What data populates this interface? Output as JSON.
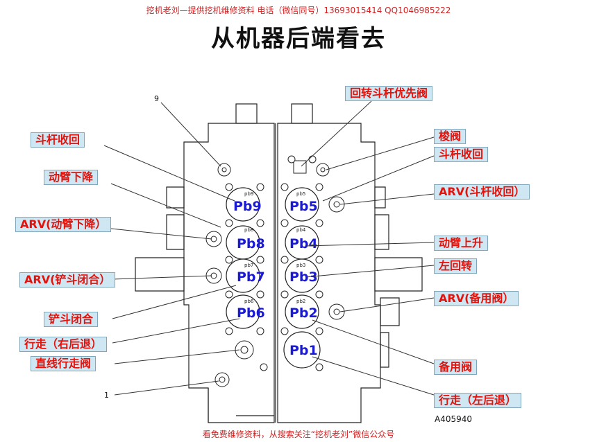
{
  "header": {
    "contact": "挖机老刘—提供挖机维修资料 电话（微信同号）13693015414   QQ1046985222"
  },
  "title": "从机器后端看去",
  "footer": "看免费维修资料，从搜索关注“挖机老刘”微信公众号",
  "figure_id": "A405940",
  "part_numbers": {
    "n9": "9",
    "n1": "1"
  },
  "spool_labels": {
    "pb9": "Pb9",
    "pb8": "Pb8",
    "pb7": "Pb7",
    "pb6": "Pb6",
    "pb5": "Pb5",
    "pb4": "Pb4",
    "pb3": "Pb3",
    "pb2": "Pb2",
    "pb1": "Pb1"
  },
  "stamp_labels": {
    "pb9": "pb9",
    "pb8": "pb8",
    "pb7": "pb7",
    "pb6": "pb6",
    "pb5": "pb5",
    "pb4": "pb4",
    "pb3": "pb3",
    "pb2": "pb2"
  },
  "callouts_left": {
    "arm_in": "斗杆收回",
    "boom_down": "动臂下降",
    "arv_boom_down": "ARV(动臂下降）",
    "arv_bucket_close": "ARV(铲斗闭合）",
    "bucket_close": "铲斗闭合",
    "travel_right_back": "行走（右后退）",
    "straight_travel": "直线行走阀"
  },
  "callouts_right": {
    "swing_arm_priority": "回转斗杆优先阀",
    "check_valve": "梭阀",
    "arm_in": "斗杆收回",
    "arv_arm_in": "ARV(斗杆收回）",
    "boom_up": "动臂上升",
    "swing_left": "左回转",
    "arv_spare": "ARV(备用阀）",
    "spare_valve": "备用阀",
    "travel_left_back": "行走（左后退）"
  }
}
